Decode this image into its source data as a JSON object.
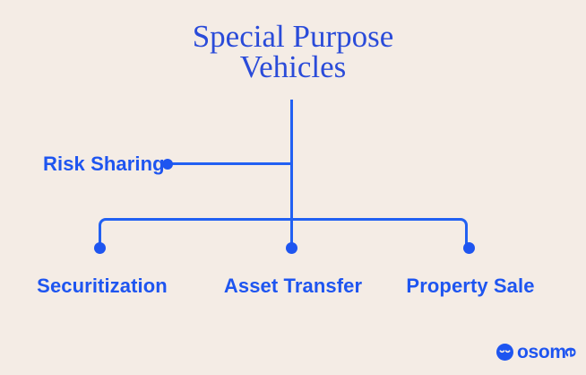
{
  "diagram": {
    "title_line1": "Special Purpose",
    "title_line2": "Vehicles",
    "root": "Special Purpose Vehicles",
    "side_branch": {
      "label": "Risk Sharing"
    },
    "bottom_branches": [
      {
        "label": "Securitization"
      },
      {
        "label": "Asset Transfer"
      },
      {
        "label": "Property Sale"
      }
    ]
  },
  "footer": {
    "brand": "osome",
    "brand_prefix": "osom",
    "brand_last_letter": "e",
    "icon": "osome-smiley-icon"
  },
  "colors": {
    "background": "#f4ece5",
    "title_blue": "#2a4bd9",
    "accent_blue": "#1e55f0",
    "line_blue": "#2160f2"
  }
}
